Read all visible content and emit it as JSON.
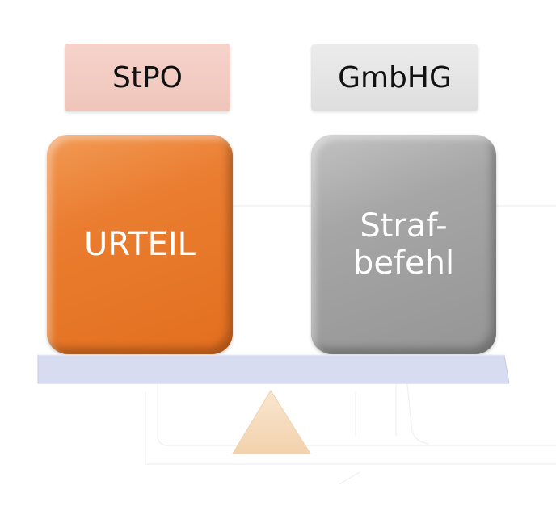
{
  "diagram": {
    "left_header": "StPO",
    "right_header": "GmbHG",
    "left_weight": "URTEIL",
    "right_weight_line1": "Straf-",
    "right_weight_line2": "befehl"
  },
  "colors": {
    "left_header_bg": "#f2cbc1",
    "right_header_bg": "#e3e3e3",
    "left_weight_bg": "#e8762a",
    "right_weight_bg": "#a3a3a3",
    "beam": "#d6dbf0",
    "fulcrum": "#f8ddbd"
  }
}
